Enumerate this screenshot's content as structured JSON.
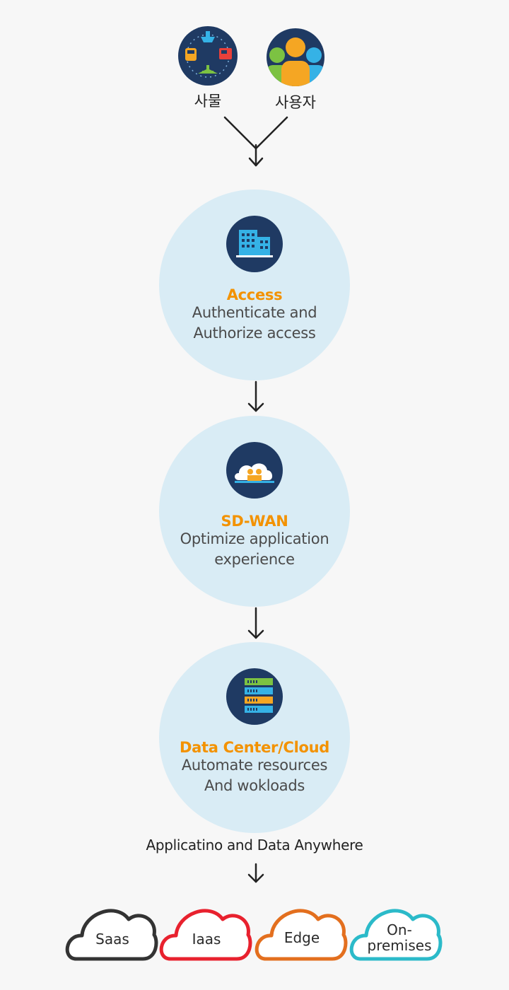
{
  "sources": [
    {
      "label": "사물",
      "icon": "vehicles-icon"
    },
    {
      "label": "사용자",
      "icon": "users-icon"
    }
  ],
  "stages": [
    {
      "title": "Access",
      "desc_line1": "Authenticate and",
      "desc_line2": "Authorize access",
      "icon": "building-icon"
    },
    {
      "title": "SD-WAN",
      "desc_line1": "Optimize application",
      "desc_line2": "experience",
      "icon": "cloud-router-icon"
    },
    {
      "title": "Data Center/Cloud",
      "desc_line1": "Automate resources",
      "desc_line2": "And wokloads",
      "icon": "server-rack-icon"
    }
  ],
  "destination_caption": "Applicatino and Data Anywhere",
  "clouds": [
    {
      "label": "Saas",
      "color": "#333333"
    },
    {
      "label": "Iaas",
      "color": "#e8212e"
    },
    {
      "label": "Edge",
      "color": "#e36f1e"
    },
    {
      "label_line1": "On-",
      "label_line2": "premises",
      "color": "#2bbac9"
    }
  ],
  "colors": {
    "accent": "#f39200",
    "circle_bg": "#d9ecf5",
    "icon_navy": "#1f3a63"
  }
}
